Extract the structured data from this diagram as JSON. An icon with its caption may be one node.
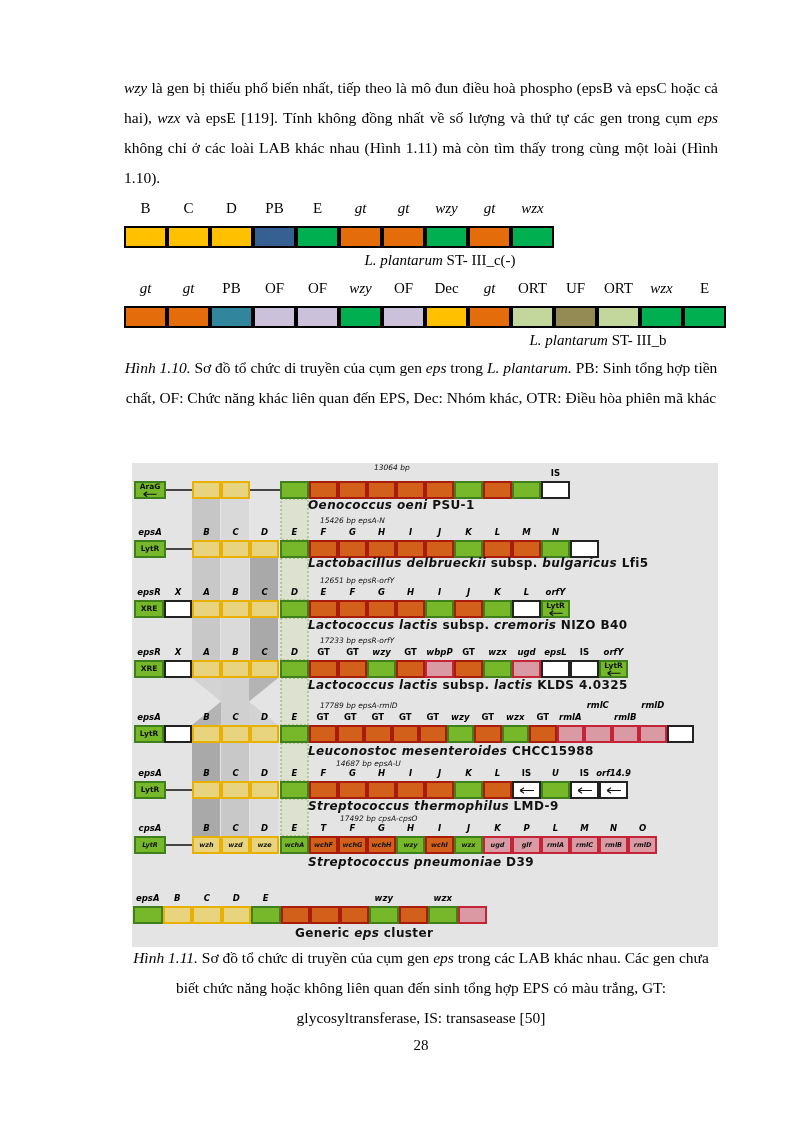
{
  "diagram": {
    "nodes": [
      {
        "text": [],
        "shape": "box",
        "beside": [
          "B"
        ]
      },
      {
        "text": [],
        "shape": "box",
        "beside": [
          "C"
        ]
      },
      {
        "text": [],
        "shape": "box",
        "beside": [
          "D"
        ]
      },
      {
        "text": [],
        "shape": "box",
        "beside": [
          "PB"
        ]
      },
      {
        "text": [],
        "shape": "box",
        "beside": [
          "E"
        ]
      },
      {
        "text": [],
        "shape": "box",
        "beside": [
          "gt"
        ]
      },
      {
        "text": [],
        "shape": "box",
        "beside": [
          "gt"
        ]
      },
      {
        "text": [],
        "shape": "box",
        "beside": [
          "wzy"
        ]
      },
      {
        "text": [],
        "shape": "box",
        "beside": [
          "gt"
        ]
      },
      {
        "text": [],
        "shape": "box",
        "beside": [
          "wzx"
        ]
      },
      {
        "text": [],
        "shape": "box",
        "beside": [
          "gt"
        ]
      },
      {
        "text": [],
        "shape": "box",
        "beside": [
          "gt"
        ]
      },
      {
        "text": [],
        "shape": "box",
        "beside": [
          "PB"
        ]
      },
      {
        "text": [],
        "shape": "box",
        "beside": [
          "OF"
        ]
      },
      {
        "text": [],
        "shape": "box",
        "beside": [
          "OF"
        ]
      },
      {
        "text": [],
        "shape": "box",
        "beside": [
          "wzy"
        ]
      },
      {
        "text": [],
        "shape": "box",
        "beside": [
          "OF"
        ]
      },
      {
        "text": [],
        "shape": "box",
        "beside": [
          "Dec"
        ]
      },
      {
        "text": [],
        "shape": "box",
        "beside": [
          "gt"
        ]
      },
      {
        "text": [],
        "shape": "box",
        "beside": [
          "ORT"
        ]
      },
      {
        "text": [],
        "shape": "box",
        "beside": [
          "UF"
        ]
      },
      {
        "text": [],
        "shape": "box",
        "beside": [
          "ORT"
        ]
      },
      {
        "text": [],
        "shape": "box",
        "beside": [
          "wzx"
        ]
      },
      {
        "text": [],
        "shape": "box",
        "beside": [
          "E"
        ]
      },
      {
        "text": [
          "AraG"
        ]
      },
      {
        "text": [],
        "shape": "box"
      },
      {
        "text": [],
        "shape": "box"
      },
      {
        "text": [],
        "shape": "box"
      },
      {
        "text": [],
        "shape": "box"
      },
      {
        "text": [],
        "shape": "box"
      },
      {
        "text": [],
        "shape": "box"
      },
      {
        "text": [],
        "shape": "box"
      },
      {
        "text": [],
        "shape": "box"
      },
      {
        "text": [],
        "shape": "box"
      },
      {
        "text": [],
        "shape": "box"
      },
      {
        "text": [],
        "shape": "box"
      },
      {
        "text": [],
        "shape": "box",
        "beside": [
          "IS"
        ]
      },
      {
        "text": [
          "LytR"
        ],
        "beside": [
          "epsA"
        ]
      },
      {
        "text": [],
        "shape": "box",
        "beside": [
          "B"
        ]
      },
      {
        "text": [],
        "shape": "box",
        "beside": [
          "C"
        ]
      },
      {
        "text": [],
        "shape": "box",
        "beside": [
          "D"
        ]
      },
      {
        "text": [],
        "shape": "box",
        "beside": [
          "E"
        ]
      },
      {
        "text": [],
        "shape": "box",
        "beside": [
          "F"
        ]
      },
      {
        "text": [],
        "shape": "box",
        "beside": [
          "G"
        ]
      },
      {
        "text": [],
        "shape": "box",
        "beside": [
          "H"
        ]
      },
      {
        "text": [],
        "shape": "box",
        "beside": [
          "I"
        ]
      },
      {
        "text": [],
        "shape": "box",
        "beside": [
          "J"
        ]
      },
      {
        "text": [],
        "shape": "box",
        "beside": [
          "K"
        ]
      },
      {
        "text": [],
        "shape": "box",
        "beside": [
          "L"
        ]
      },
      {
        "text": [],
        "shape": "box",
        "beside": [
          "M"
        ]
      },
      {
        "text": [],
        "shape": "box",
        "beside": [
          "N"
        ]
      },
      {
        "text": [],
        "shape": "box"
      },
      {
        "text": [
          "XRE"
        ],
        "beside": [
          "epsR"
        ]
      },
      {
        "text": [],
        "shape": "box",
        "beside": [
          "X"
        ]
      },
      {
        "text": [],
        "shape": "box",
        "beside": [
          "A"
        ]
      },
      {
        "text": [],
        "shape": "box",
        "beside": [
          "B"
        ]
      },
      {
        "text": [],
        "shape": "box",
        "beside": [
          "C"
        ]
      },
      {
        "text": [],
        "shape": "box",
        "beside": [
          "D"
        ]
      },
      {
        "text": [],
        "shape": "box",
        "beside": [
          "E"
        ]
      },
      {
        "text": [],
        "shape": "box",
        "beside": [
          "F"
        ]
      },
      {
        "text": [],
        "shape": "box",
        "beside": [
          "G"
        ]
      },
      {
        "text": [],
        "shape": "box",
        "beside": [
          "H"
        ]
      },
      {
        "text": [],
        "shape": "box",
        "beside": [
          "I"
        ]
      },
      {
        "text": [],
        "shape": "box",
        "beside": [
          "J"
        ]
      },
      {
        "text": [],
        "shape": "box",
        "beside": [
          "K"
        ]
      },
      {
        "text": [],
        "shape": "box",
        "beside": [
          "L"
        ]
      },
      {
        "text": [
          "LytR"
        ],
        "beside": [
          "orfY"
        ]
      },
      {
        "text": [
          "XRE"
        ],
        "beside": [
          "epsR"
        ]
      },
      {
        "text": [],
        "shape": "box",
        "beside": [
          "X"
        ]
      },
      {
        "text": [],
        "shape": "box",
        "beside": [
          "A"
        ]
      },
      {
        "text": [],
        "shape": "box",
        "beside": [
          "B"
        ]
      },
      {
        "text": [],
        "shape": "box",
        "beside": [
          "C"
        ]
      },
      {
        "text": [],
        "shape": "box",
        "beside": [
          "D"
        ]
      },
      {
        "text": [],
        "shape": "box",
        "beside": [
          "GT"
        ]
      },
      {
        "text": [],
        "shape": "box",
        "beside": [
          "GT"
        ]
      },
      {
        "text": [],
        "shape": "box",
        "beside": [
          "wzy"
        ]
      },
      {
        "text": [],
        "shape": "box",
        "beside": [
          "GT"
        ]
      },
      {
        "text": [],
        "shape": "box",
        "beside": [
          "wbpP"
        ]
      },
      {
        "text": [],
        "shape": "box",
        "beside": [
          "GT"
        ]
      },
      {
        "text": [],
        "shape": "box",
        "beside": [
          "wzx"
        ]
      },
      {
        "text": [],
        "shape": "box",
        "beside": [
          "ugd"
        ]
      },
      {
        "text": [],
        "shape": "box",
        "beside": [
          "epsL"
        ]
      },
      {
        "text": [],
        "shape": "box",
        "beside": [
          "IS"
        ]
      },
      {
        "text": [
          "LytR"
        ],
        "beside": [
          "orfY"
        ]
      },
      {
        "text": [
          "LytR"
        ],
        "beside": [
          "epsA"
        ]
      },
      {
        "text": [],
        "shape": "box"
      },
      {
        "text": [],
        "shape": "box",
        "beside": [
          "B"
        ]
      },
      {
        "text": [],
        "shape": "box",
        "beside": [
          "C"
        ]
      },
      {
        "text": [],
        "shape": "box",
        "beside": [
          "D"
        ]
      },
      {
        "text": [],
        "shape": "box",
        "beside": [
          "E"
        ]
      },
      {
        "text": [],
        "shape": "box",
        "beside": [
          "GT"
        ]
      },
      {
        "text": [],
        "shape": "box",
        "beside": [
          "GT"
        ]
      },
      {
        "text": [],
        "shape": "box",
        "beside": [
          "GT"
        ]
      },
      {
        "text": [],
        "shape": "box",
        "beside": [
          "GT"
        ]
      },
      {
        "text": [],
        "shape": "box",
        "beside": [
          "GT"
        ]
      },
      {
        "text": [],
        "shape": "box",
        "beside": [
          "wzy"
        ]
      },
      {
        "text": [],
        "shape": "box",
        "beside": [
          "GT"
        ]
      },
      {
        "text": [],
        "shape": "box",
        "beside": [
          "wzx"
        ]
      },
      {
        "text": [],
        "shape": "box",
        "beside": [
          "GT"
        ]
      },
      {
        "text": [],
        "shape": "box",
        "beside": [
          "rmlA"
        ]
      },
      {
        "text": [],
        "shape": "box",
        "beside": [
          "rmlC"
        ]
      },
      {
        "text": [],
        "shape": "box",
        "beside": [
          "rmlB"
        ]
      },
      {
        "text": [],
        "shape": "box",
        "beside": [
          "rmlD"
        ]
      },
      {
        "text": [],
        "shape": "box"
      },
      {
        "text": [
          "LytR"
        ],
        "beside": [
          "epsA"
        ]
      },
      {
        "text": [],
        "shape": "box",
        "beside": [
          "B"
        ]
      },
      {
        "text": [],
        "shape": "box",
        "beside": [
          "C"
        ]
      },
      {
        "text": [],
        "shape": "box",
        "beside": [
          "D"
        ]
      },
      {
        "text": [],
        "shape": "box",
        "beside": [
          "E"
        ]
      },
      {
        "text": [],
        "shape": "box",
        "beside": [
          "F"
        ]
      },
      {
        "text": [],
        "shape": "box",
        "beside": [
          "G"
        ]
      },
      {
        "text": [],
        "shape": "box",
        "beside": [
          "H"
        ]
      },
      {
        "text": [],
        "shape": "box",
        "beside": [
          "I"
        ]
      },
      {
        "text": [],
        "shape": "box",
        "beside": [
          "J"
        ]
      },
      {
        "text": [],
        "shape": "box",
        "beside": [
          "K"
        ]
      },
      {
        "text": [],
        "shape": "box",
        "beside": [
          "L"
        ]
      },
      {
        "text": [],
        "shape": "box",
        "beside": [
          "IS"
        ]
      },
      {
        "text": [],
        "shape": "box",
        "beside": [
          "U"
        ]
      },
      {
        "text": [],
        "shape": "box",
        "beside": [
          "IS"
        ]
      },
      {
        "text": [],
        "shape": "box",
        "beside": [
          "orf14.9"
        ]
      },
      {
        "text": [
          "LytR"
        ],
        "beside": [
          "cpsA"
        ]
      },
      {
        "text": [
          "wzh"
        ],
        "beside": [
          "B"
        ]
      },
      {
        "text": [
          "wzd"
        ],
        "beside": [
          "C"
        ]
      },
      {
        "text": [
          "wze"
        ],
        "beside": [
          "D"
        ]
      },
      {
        "text": [
          "wchA"
        ],
        "beside": [
          "E"
        ]
      },
      {
        "text": [
          "wchF"
        ],
        "beside": [
          "T"
        ]
      },
      {
        "text": [
          "wchG"
        ],
        "beside": [
          "F"
        ]
      },
      {
        "text": [
          "wchH"
        ],
        "beside": [
          "G"
        ]
      },
      {
        "text": [
          "wzy"
        ],
        "beside": [
          "H"
        ]
      },
      {
        "text": [
          "wchI"
        ],
        "beside": [
          "I"
        ]
      },
      {
        "text": [
          "wzx"
        ],
        "beside": [
          "J"
        ]
      },
      {
        "text": [
          "ugd"
        ],
        "beside": [
          "K"
        ]
      },
      {
        "text": [
          "glf"
        ],
        "beside": [
          "P"
        ]
      },
      {
        "text": [
          "rmlA"
        ],
        "beside": [
          "L"
        ]
      },
      {
        "text": [
          "rmlC"
        ],
        "beside": [
          "M"
        ]
      },
      {
        "text": [
          "rmlB"
        ],
        "beside": [
          "N"
        ]
      },
      {
        "text": [
          "rmlD"
        ],
        "beside": [
          "O"
        ]
      },
      {
        "text": [],
        "shape": "box",
        "beside": [
          "epsA"
        ]
      },
      {
        "text": [],
        "shape": "box",
        "beside": [
          "B"
        ]
      },
      {
        "text": [],
        "shape": "box",
        "beside": [
          "C"
        ]
      },
      {
        "text": [],
        "shape": "box",
        "beside": [
          "D"
        ]
      },
      {
        "text": [],
        "shape": "box",
        "beside": [
          "E"
        ]
      },
      {
        "text": [],
        "shape": "box"
      },
      {
        "text": [],
        "shape": "box"
      },
      {
        "text": [],
        "shape": "box"
      },
      {
        "text": [],
        "shape": "box",
        "beside": [
          "wzy"
        ]
      },
      {
        "text": [],
        "shape": "box"
      },
      {
        "text": [],
        "shape": "box",
        "beside": [
          "wzx"
        ]
      },
      {
        "text": [],
        "shape": "box"
      }
    ],
    "edges": [
      {
        "from": 24,
        "to": 25,
        "arrow": "none"
      },
      {
        "from": 26,
        "to": 27,
        "arrow": "none"
      },
      {
        "from": 37,
        "to": 38,
        "arrow": "none"
      },
      {
        "from": 104,
        "to": 105,
        "arrow": "none"
      },
      {
        "from": 120,
        "to": 121,
        "arrow": "none"
      }
    ],
    "labels": [
      "*wzy* là gen bị thiếu phổ biến nhất, tiếp theo là mô đun điều hoà phospho (epsB và epsC hoặc cả hai), *wzx* và epsE [119]. Tính không đồng nhất về số lượng và thứ tự các gen trong cụm *eps* không chỉ ở các loài LAB khác nhau (Hình 1.11) mà còn tìm thấy trong cùng một loài (Hình 1.10).",
      "*L. plantarum* ST- III_c(-)",
      "*L. plantarum* ST- III_b",
      "*Hình 1.10.* Sơ đồ tổ chức di truyền của cụm gen *eps* trong *L. plantarum.* PB: Sinh tổng hợp tiền chất, OF: Chức năng khác liên quan đến EPS, Dec: Nhóm khác, OTR: Điều hòa phiên mã khác",
      "13064 bp",
      "*Oenococcus oeni* PSU-1",
      "15426 bp epsA-N",
      "*Lactobacillus delbrueckii* subsp. *bulgaricus* Lfi5",
      "12651 bp epsR-orfY",
      "*Lactococcus lactis* subsp. *cremoris* NIZO B40",
      "17233 bp epsR-orfY",
      "*Lactococcus lactis* subsp. *lactis* KLDS 4.0325",
      "17789 bp epsA-rmlD",
      "*Leuconostoc mesenteroides* CHCC15988",
      "14687 bp epsA-U",
      "*Streptococcus thermophilus* LMD-9",
      "17492 bp cpsA-cpsO",
      "*Streptococcus pneumoniae* D39",
      "Generic *eps* cluster",
      "*Hình 1.11.* Sơ đồ tổ chức di truyền của cụm gen *eps* trong các LAB khác nhau. Các gen chưa biết chức năng hoặc không liên quan đến sinh tổng hợp EPS có màu trắng, GT: glycosyltransferase, IS: transasease [50]",
      "28"
    ]
  }
}
